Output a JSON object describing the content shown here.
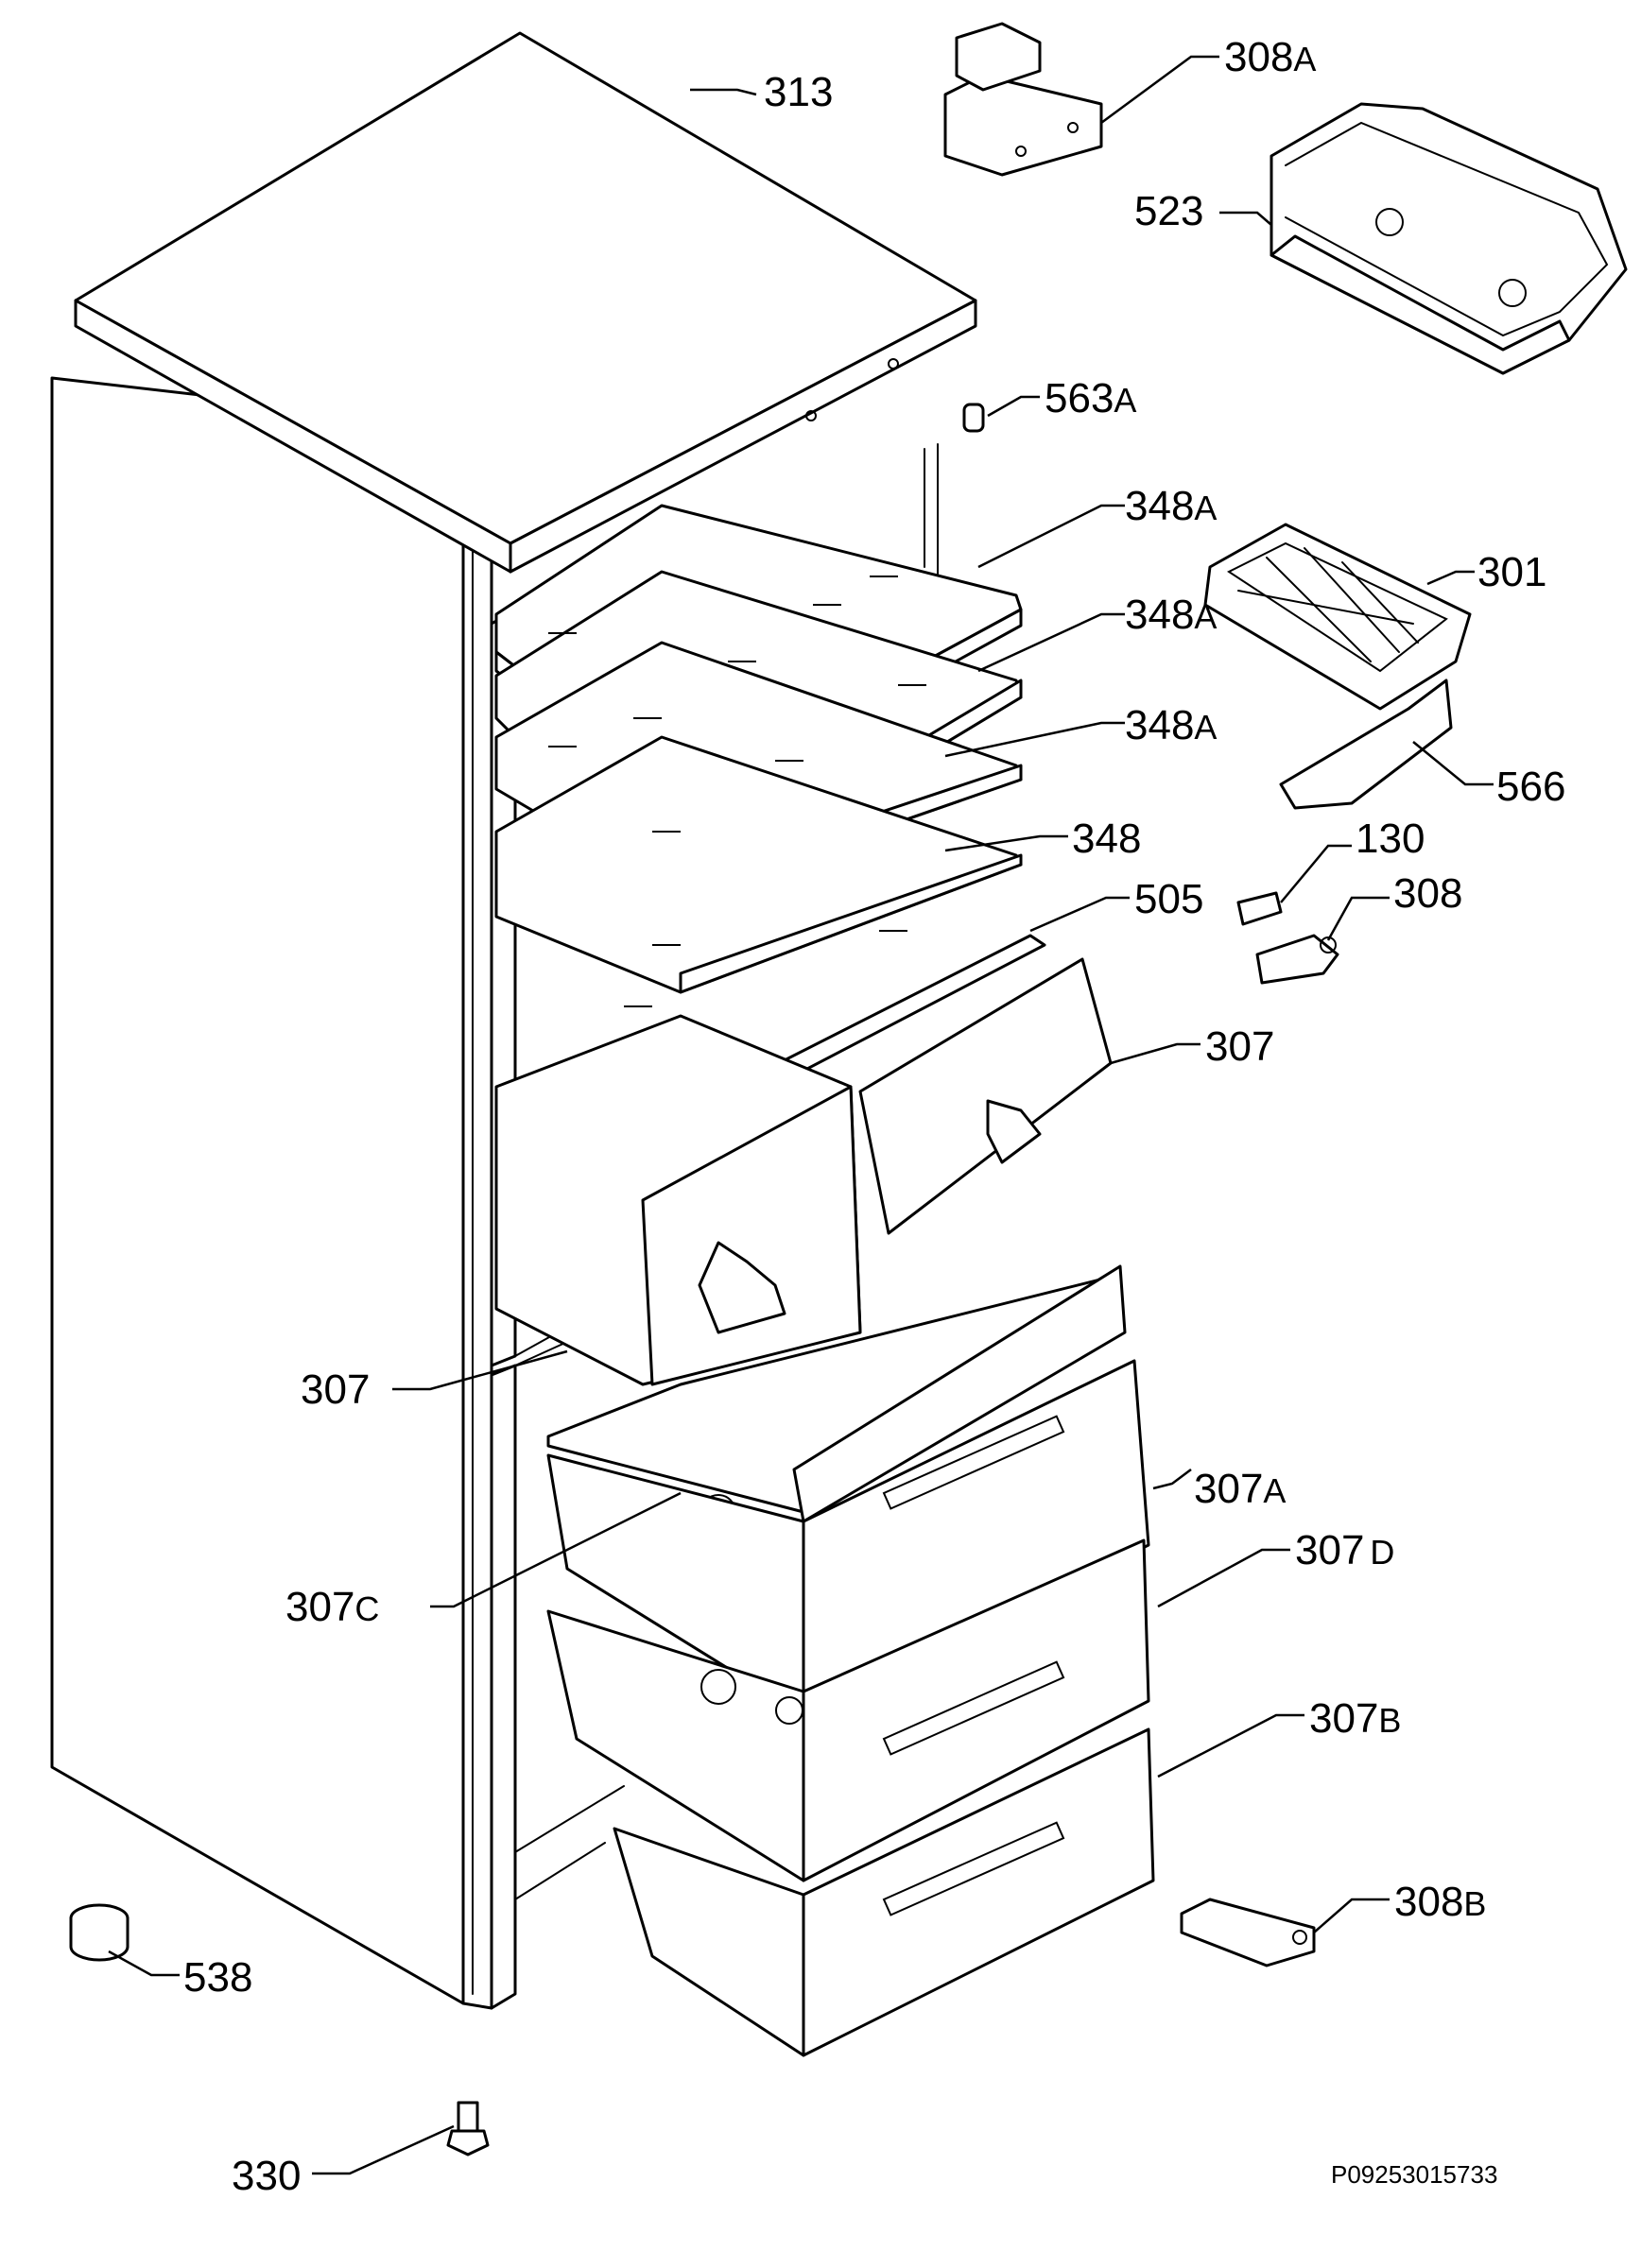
{
  "parts": {
    "p313": "313",
    "p308a_num": "308",
    "p308a_suf": "A",
    "p523": "523",
    "p563a_num": "563",
    "p563a_suf": "A",
    "p348a_1_num": "348",
    "p348a_1_suf": "A",
    "p348a_2_num": "348",
    "p348a_2_suf": "A",
    "p348a_3_num": "348",
    "p348a_3_suf": "A",
    "p348": "348",
    "p301": "301",
    "p566": "566",
    "p130": "130",
    "p308": "308",
    "p505": "505",
    "p307_right": "307",
    "p307_left": "307",
    "p307a_num": "307",
    "p307a_suf": "A",
    "p307d_num": "307",
    "p307d_suf": "D",
    "p307c_num": "307",
    "p307c_suf": "C",
    "p307b_num": "307",
    "p307b_suf": "B",
    "p308b_num": "308",
    "p308b_suf": "B",
    "p538": "538",
    "p330": "330"
  },
  "drawing_code": "P09253015733"
}
